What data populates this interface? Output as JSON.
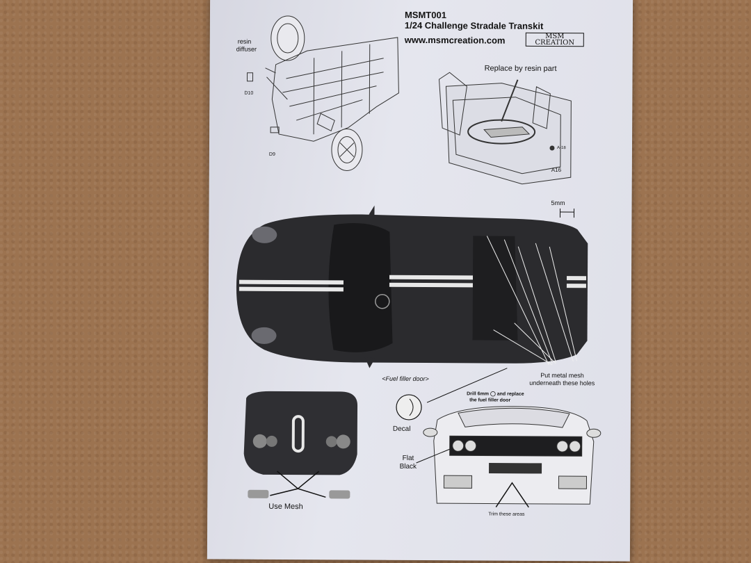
{
  "header": {
    "code": "MSMT001",
    "title": "1/24 Challenge Stradale Transkit",
    "url": "www.msmcreation.com",
    "logo_line1": "MSM",
    "logo_line2": "CREATION"
  },
  "labels": {
    "resin_diffuser_1": "resin",
    "resin_diffuser_2": "diffuser",
    "part_d10": "D10",
    "part_d9": "D9",
    "replace_resin": "Replace by resin part",
    "part_a16": "A16",
    "part_a18": "A-18",
    "measure_5mm": "5mm",
    "fuel_filler": "<Fuel filler door>",
    "mesh_note_1": "Put metal mesh",
    "mesh_note_2": "underneath these holes",
    "drill_note_1": "Drill 6mm",
    "drill_note_2": "and replace",
    "drill_note_3": "the fuel filler door",
    "decal": "Decal",
    "flat_black_1": "Flat",
    "flat_black_2": "Black",
    "use_mesh": "Use Mesh",
    "trim_areas": "Trim these areas"
  },
  "colors": {
    "paper": "#e2e3eb",
    "carpet": "#9c7350",
    "car_body": "#2b2b2e",
    "stripe": "#e8e8e8"
  }
}
